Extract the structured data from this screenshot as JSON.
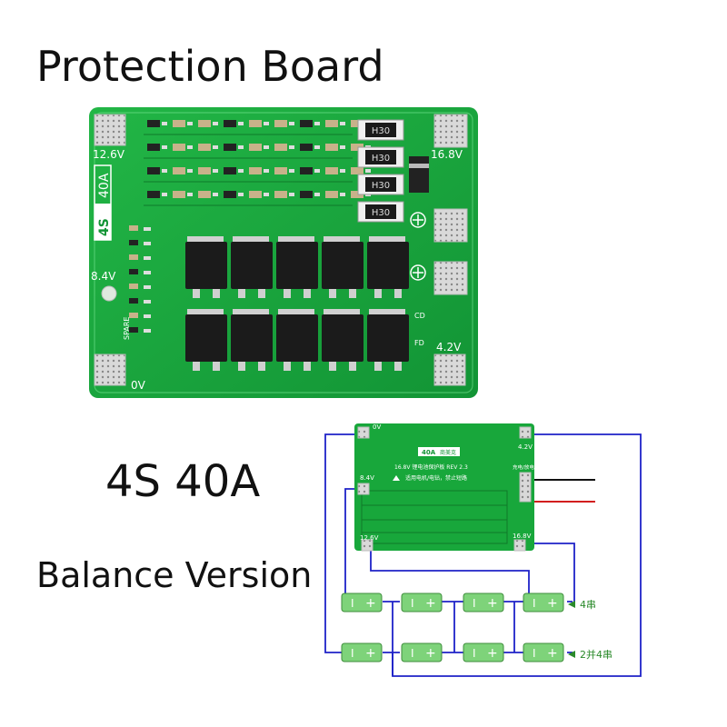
{
  "title": "Protection Board",
  "model": "4S 40A",
  "version": "Balance Version",
  "board": {
    "labels": {
      "v126": "12.6V",
      "v168": "16.8V",
      "v84": "8.4V",
      "v42": "4.2V",
      "v0": "0V",
      "model_4s": "4S",
      "model_40a": "40A",
      "spare": "SPARE",
      "cd": "CD",
      "fd": "FD"
    },
    "resistor_text": "H30"
  },
  "diagram": {
    "board_labels": {
      "v0": "0V",
      "v42": "4.2V",
      "v84": "8.4V",
      "v126": "12.6V",
      "v168": "16.8V",
      "badge": "40A",
      "badge_cn": "商美克",
      "line1": "16.8V 锂电池保护板 REV 2.3",
      "line2": "适用电机/电钻，禁止短路",
      "pad_label": "充电/放电"
    },
    "cell_plus": "+",
    "cell_minus": "I",
    "row1_label": "4串",
    "row2_label": "2并4串"
  },
  "colors": {
    "pcb": "#18a73b",
    "pcb_dark": "#0f7a2a",
    "wire": "#1e22c8",
    "cell": "#7ed37a",
    "label_green": "#2a8a2a"
  }
}
